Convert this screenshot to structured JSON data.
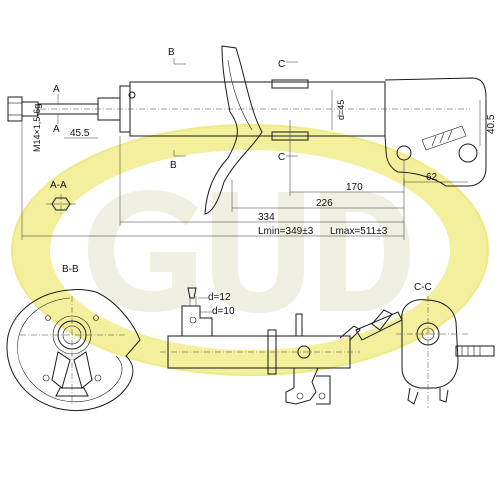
{
  "brand": {
    "logo_text": "GUD",
    "logo_colors": {
      "ring": "#f3ef9c",
      "ring_edge": "#eeea88",
      "letters": "#efefe2"
    }
  },
  "sections": {
    "a_a": "A-A",
    "b_b": "B-B",
    "c_c": "C-C",
    "a_top": "A",
    "a_bottom": "A",
    "b_top": "B",
    "b_bottom": "B",
    "c_top": "C",
    "c_bottom": "C"
  },
  "dimensions": {
    "thread": "M14×1,5-6g",
    "d45": "d=45",
    "d12": "d=12",
    "d10": "d=10",
    "l45_5": "45.5",
    "l40_5": "40.5",
    "l62": "62",
    "l170": "170",
    "l226": "226",
    "l334": "334",
    "lmin": "Lmin=349±3",
    "lmax": "Lmax=511±3"
  }
}
